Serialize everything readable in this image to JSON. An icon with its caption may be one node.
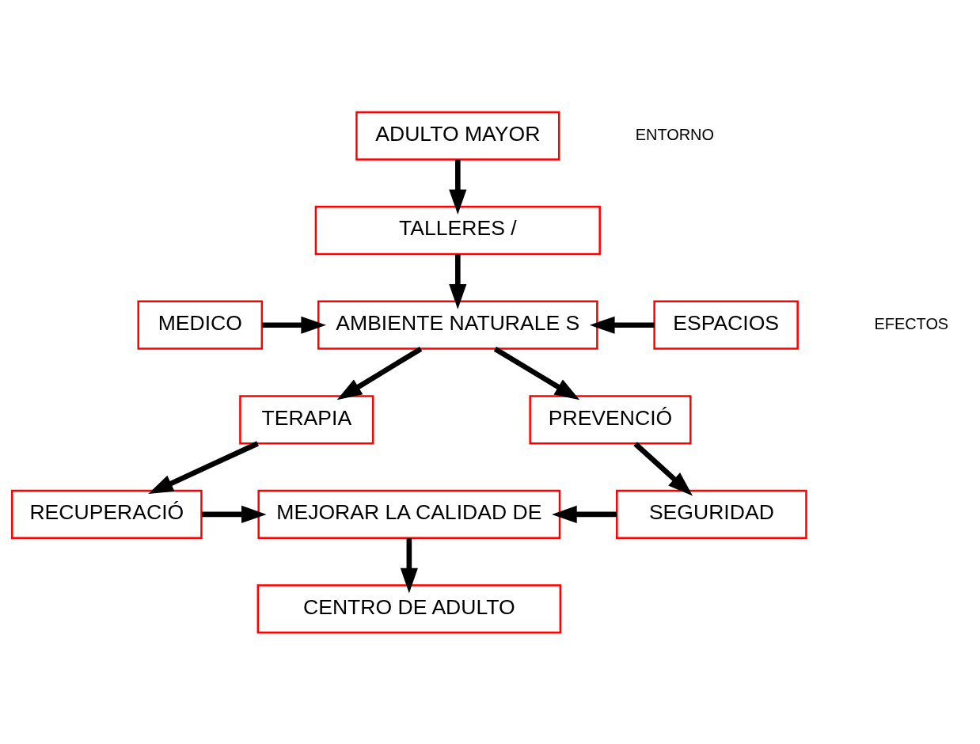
{
  "diagram": {
    "nodes": [
      {
        "text": [
          "ADULTO MAYOR"
        ]
      },
      {
        "text": [
          "TALLERES /"
        ]
      },
      {
        "text": [
          "AMBIENTE NATURALE S"
        ]
      },
      {
        "text": [
          "MEDICO"
        ]
      },
      {
        "text": [
          "ESPACIOS"
        ]
      },
      {
        "text": [
          "TERAPIA"
        ]
      },
      {
        "text": [
          "PREVENCIÓ"
        ]
      },
      {
        "text": [
          "RECUPERACIÓ"
        ]
      },
      {
        "text": [
          "MEJORAR LA CALIDAD DE"
        ]
      },
      {
        "text": [
          "SEGURIDAD"
        ]
      },
      {
        "text": [
          "CENTRO DE ADULTO"
        ]
      }
    ],
    "edges": [
      {
        "from": 0,
        "to": 1,
        "arrow": "to"
      },
      {
        "from": 1,
        "to": 2,
        "arrow": "to"
      },
      {
        "from": 3,
        "to": 2,
        "arrow": "to"
      },
      {
        "from": 4,
        "to": 2,
        "arrow": "to"
      },
      {
        "from": 2,
        "to": 5,
        "arrow": "to"
      },
      {
        "from": 2,
        "to": 6,
        "arrow": "to"
      },
      {
        "from": 5,
        "to": 7,
        "arrow": "to"
      },
      {
        "from": 6,
        "to": 9,
        "arrow": "to"
      },
      {
        "from": 7,
        "to": 8,
        "arrow": "to"
      },
      {
        "from": 9,
        "to": 8,
        "arrow": "to"
      },
      {
        "from": 8,
        "to": 10,
        "arrow": "to"
      }
    ],
    "labels": [
      "ENTORNO",
      "EFECTOS"
    ]
  }
}
